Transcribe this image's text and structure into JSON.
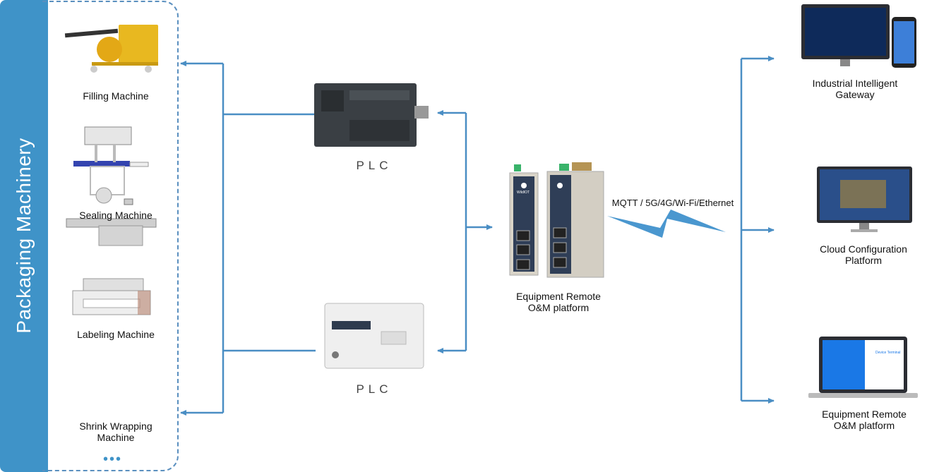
{
  "sidebar": {
    "title": "Packaging Machinery"
  },
  "machines": [
    {
      "label": "Filling Machine"
    },
    {
      "label": "Sealing Machine"
    },
    {
      "label": "Labeling Machine"
    },
    {
      "label": "Shrink Wrapping Machine",
      "line1": "Shrink Wrapping",
      "line2": "Machine"
    }
  ],
  "more": "•••",
  "plcs": [
    {
      "label": "PLC"
    },
    {
      "label": "PLC"
    }
  ],
  "gateway": {
    "line1": "Equipment Remote",
    "line2": "O&M platform",
    "brand": "WildIOT"
  },
  "link": {
    "label": "MQTT / 5G/4G/Wi-Fi/Ethernet"
  },
  "platforms": [
    {
      "line1": "Industrial Intelligent",
      "line2": "Gateway"
    },
    {
      "line1": "Cloud Configuration",
      "line2": "Platform"
    },
    {
      "line1": "Equipment Remote",
      "line2": "O&M platform",
      "screen_title": "Device Terminal"
    }
  ],
  "colors": {
    "accent": "#3f93c8",
    "wire": "#4a8ec4"
  }
}
